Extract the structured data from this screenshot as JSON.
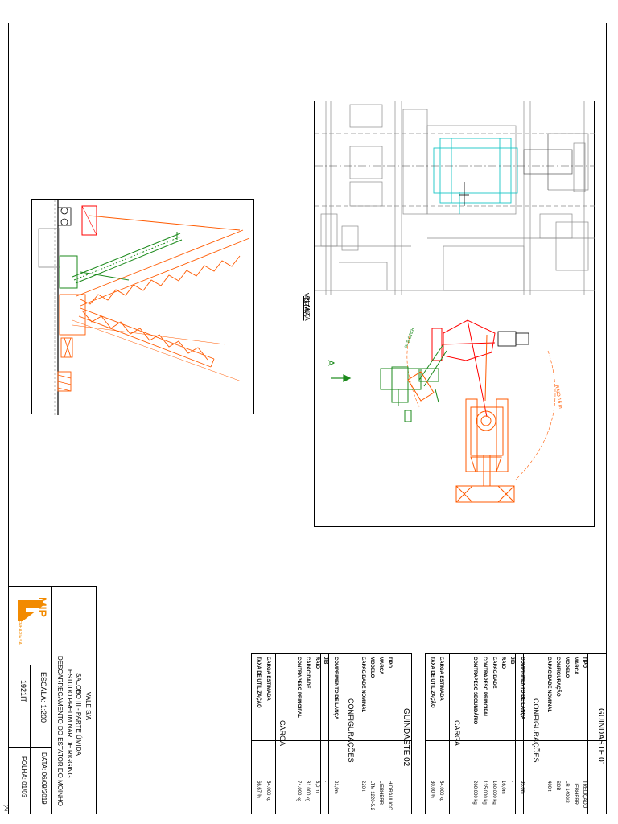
{
  "views": {
    "elevation_label": "VISTA A",
    "plan_label": "PLANTA",
    "arrow_label": "A",
    "radius_1": "RAIO 8 m",
    "radius_2": "RAIO 16 m"
  },
  "title_block": {
    "company_logo_text": "MIP",
    "company_sub": "ENGENHARIA SA",
    "client": "VALE S/A",
    "area": "SALOBO III - PARTE ÚMIDA",
    "study": "ESTUDO PRELIMINAR DE RIGGING",
    "description": "DESCARREGAMENTO DO ESTATOR DO MOINHO",
    "scale": "ESCALA: 1:200",
    "date": "DATA: 06/09/2019",
    "drawing_no": "1921IT",
    "sheet": "FOLHA: 01/03",
    "revision": "(A)"
  },
  "crane1": {
    "title": "GUINDASTE 01",
    "rows": [
      {
        "label": "TIPO",
        "value": "TRELIÇADO"
      },
      {
        "label": "MARCA",
        "value": "LIEBHERR"
      },
      {
        "label": "MODELO",
        "value": "LR 1400/2"
      },
      {
        "label": "CONFIGURAÇÃO",
        "value": "SDB"
      },
      {
        "label": "CAPACIDADE NOMINAL",
        "value": "400 t"
      }
    ],
    "config_title": "CONFIGURAÇÕES",
    "config_rows": [
      {
        "label": "COMPRIMENTO DE LANÇA",
        "value": "35,0m"
      },
      {
        "label": "JIB",
        "value": "-"
      },
      {
        "label": "RAIO",
        "value": "16,0m"
      },
      {
        "label": "CAPACIDADE",
        "value": "180.000 kg"
      },
      {
        "label": "CONTRAPESO PRINCIPAL",
        "value": "135.000 kg"
      },
      {
        "label": "CONTRAPESO SECUNDÁRIO",
        "value": "260.000 kg"
      }
    ],
    "load_title": "CARGA",
    "load_rows": [
      {
        "label": "CARGA ESTIMADA",
        "value": "54.000 kg"
      },
      {
        "label": "TAXA DE UTILIZAÇÃO",
        "value": "30,00 %"
      }
    ]
  },
  "crane2": {
    "title": "GUINDASTE 02",
    "rows": [
      {
        "label": "TIPO",
        "value": "HIDRÁULICO"
      },
      {
        "label": "MARCA",
        "value": "LIEBHERR"
      },
      {
        "label": "MODELO",
        "value": "LTM 1220-5.2"
      },
      {
        "label": "CAPACIDADE NOMINAL",
        "value": "220 t"
      }
    ],
    "config_title": "CONFIGURAÇÕES",
    "config_rows": [
      {
        "label": "COMPRIMENTO DE LANÇA",
        "value": "21,9m"
      },
      {
        "label": "JIB",
        "value": "-"
      },
      {
        "label": "RAIO",
        "value": "8,0 m"
      },
      {
        "label": "CAPACIDADE",
        "value": "81.000 kg"
      },
      {
        "label": "CONTRAPESO PRINCIPAL",
        "value": "74.000 kg"
      }
    ],
    "load_title": "CARGA",
    "load_rows": [
      {
        "label": "CARGA ESTIMADA",
        "value": "54.000 kg"
      },
      {
        "label": "TAXA DE UTILIZAÇÃO",
        "value": "66,67 %"
      }
    ]
  },
  "colors": {
    "crane1": "#ff5a00",
    "crane2": "#1b8a1b",
    "load": "#ff0000",
    "cyan": "#19c6c6",
    "structure": "#8a8a8a",
    "logo": "#f28a00"
  }
}
